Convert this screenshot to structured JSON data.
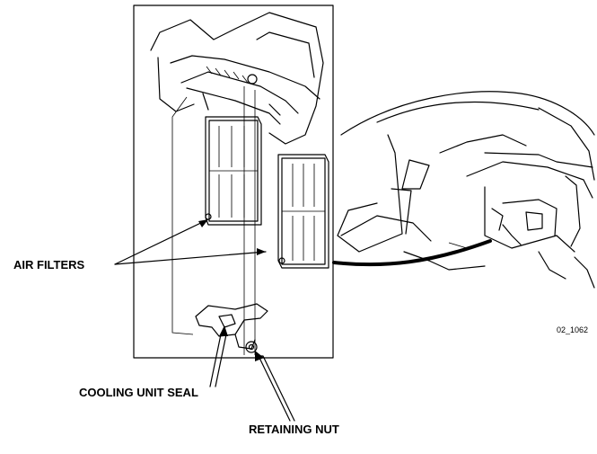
{
  "labels": {
    "air_filters": "AIR FILTERS",
    "cooling_unit_seal": "COOLING UNIT SEAL",
    "retaining_nut": "RETAINING NUT",
    "figure_id": "02_1062"
  }
}
